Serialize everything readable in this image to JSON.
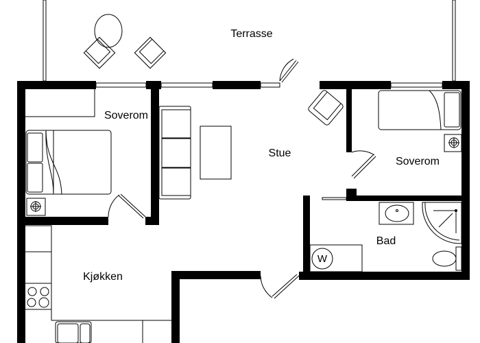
{
  "rooms": {
    "terrace": "Terrasse",
    "bedroom_left": "Soverom",
    "living_room": "Stue",
    "bedroom_right": "Soverom",
    "bathroom": "Bad",
    "kitchen": "Kjøkken"
  },
  "washer_symbol": "W",
  "colors": {
    "walls": "#000000",
    "background": "#ffffff"
  }
}
